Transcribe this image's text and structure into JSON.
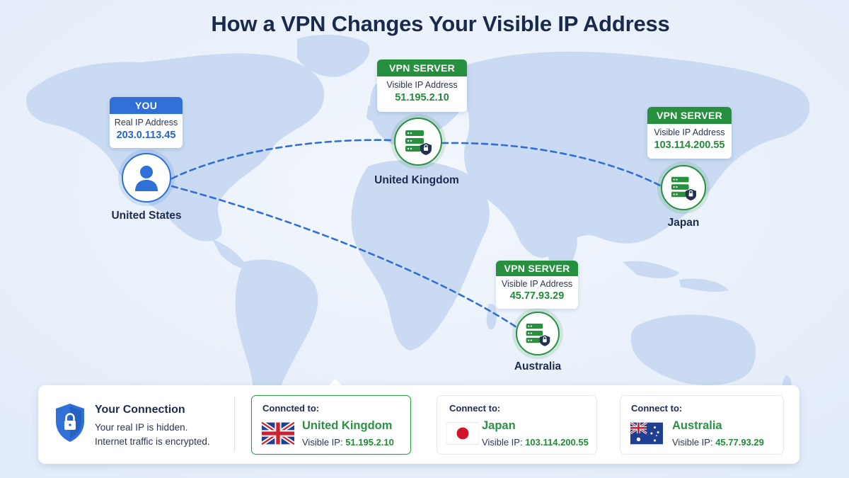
{
  "title": "How a VPN Changes Your Visible IP Address",
  "colors": {
    "you_accent": "#2f6fd6",
    "server_accent": "#27903f",
    "route_line": "#2f6fd6",
    "background": "#e8f0fb"
  },
  "you": {
    "badge": "YOU",
    "label": "Real IP Address",
    "ip": "203.0.113.45",
    "location": "United States",
    "icon": "user-icon"
  },
  "servers": [
    {
      "badge": "VPN SERVER",
      "label": "Visible IP Address",
      "ip": "51.195.2.10",
      "location": "United Kingdom",
      "icon": "server-lock-icon"
    },
    {
      "badge": "VPN SERVER",
      "label": "Visible IP Address",
      "ip": "103.114.200.55",
      "location": "Japan",
      "icon": "server-lock-icon"
    },
    {
      "badge": "VPN SERVER",
      "label": "Visible IP Address",
      "ip": "45.77.93.29",
      "location": "Australia",
      "icon": "server-lock-icon"
    }
  ],
  "panel": {
    "title": "Your Connection",
    "line1": "Your real IP is hidden.",
    "line2": "Internet traffic is encrypted.",
    "icon": "shield-lock-icon",
    "options": [
      {
        "status": "Conncted to:",
        "country": "United Kingdom",
        "ip_label": "Visible IP:",
        "ip": "51.195.2.10",
        "flag": "uk-flag-icon",
        "active": true
      },
      {
        "status": "Connect to:",
        "country": "Japan",
        "ip_label": "Visible IP:",
        "ip": "103.114.200.55",
        "flag": "japan-flag-icon",
        "active": false
      },
      {
        "status": "Connect to:",
        "country": "Australia",
        "ip_label": "Visible IP:",
        "ip": "45.77.93.29",
        "flag": "australia-flag-icon",
        "active": false
      }
    ]
  }
}
